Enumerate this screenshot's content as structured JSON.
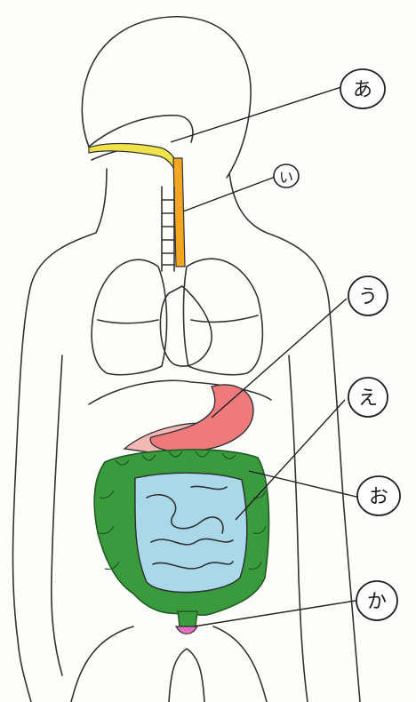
{
  "diagram": {
    "labels": [
      {
        "id": "a",
        "text": "あ"
      },
      {
        "id": "i",
        "text": "い"
      },
      {
        "id": "u",
        "text": "う"
      },
      {
        "id": "e",
        "text": "え"
      },
      {
        "id": "o",
        "text": "お"
      },
      {
        "id": "ka",
        "text": "か"
      }
    ],
    "colors": {
      "mouth": "#f2e24a",
      "esophagus": "#f4a623",
      "stomach": "#ee7a7c",
      "liver": "#f3b7b4",
      "small_intestine": "#a9d8e8",
      "large_intestine": "#3a9a3e",
      "anus": "#e46fc0",
      "outline": "#333333"
    }
  }
}
